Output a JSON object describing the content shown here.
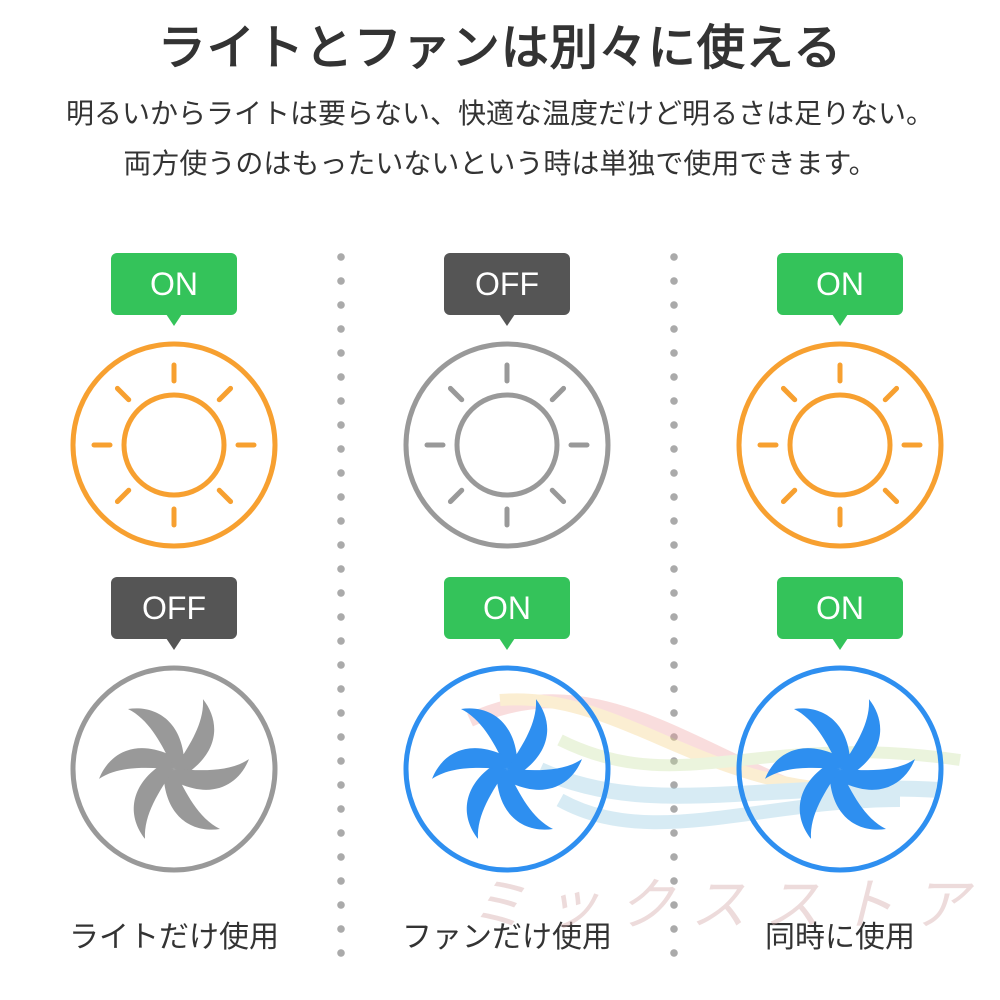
{
  "title": "ライトとファンは別々に使える",
  "subtitle_lines": [
    "明るいからライトは要らない、快適な温度だけど明るさは足りない。",
    "両方使うのはもったいないという時は単独で使用できます。"
  ],
  "colors": {
    "on": "#34c35a",
    "off": "#555555",
    "sun_on": "#f7a030",
    "inactive": "#999999",
    "fan_on": "#2e8ff0"
  },
  "columns": [
    {
      "light_state": "ON",
      "fan_state": "OFF",
      "label": "ライトだけ使用"
    },
    {
      "light_state": "OFF",
      "fan_state": "ON",
      "label": "ファンだけ使用"
    },
    {
      "light_state": "ON",
      "fan_state": "ON",
      "label": "同時に使用"
    }
  ],
  "watermark": "ミックスストア"
}
